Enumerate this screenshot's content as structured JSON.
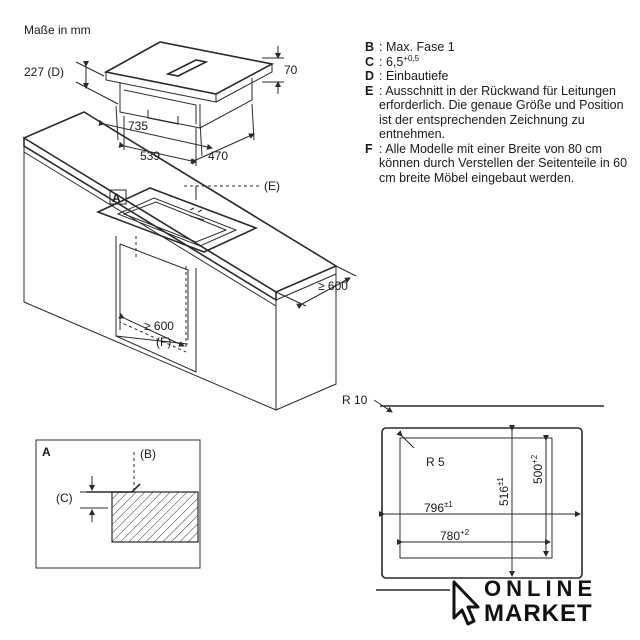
{
  "title": "Maße in mm",
  "top_view": {
    "d_label": "227 (D)",
    "dim_70": "70",
    "dim_735": "735",
    "dim_539": "539",
    "dim_470": "470"
  },
  "cabinet": {
    "callout_a": "A",
    "callout_e": "(E)",
    "dim_600_right": "≥ 600",
    "dim_600_inner": "≥ 600",
    "callout_f": "(F)"
  },
  "notes": [
    {
      "key": "B",
      "text": ": Max. Fase 1"
    },
    {
      "key": "C",
      "text": ": 6,5",
      "sup": "+0,5"
    },
    {
      "key": "D",
      "text": ": Einbautiefe"
    },
    {
      "key": "E",
      "text": ": Ausschnitt in der Rückwand für Leitungen erforderlich. Die genaue Größe und Position ist der entsprechenden Zeichnung zu entnehmen."
    },
    {
      "key": "F",
      "text": ": Alle Modelle mit einer Breite von 80 cm können durch Verstellen der Seitenteile in 60 cm breite Möbel eingebaut werden."
    }
  ],
  "detail_a": {
    "label_a": "A",
    "label_b": "(B)",
    "label_c": "(C)"
  },
  "cutout": {
    "r10": "R 10",
    "r5": "R 5",
    "w796": "796",
    "w796_tol": "±1",
    "w780": "780",
    "w780_tol": "+2",
    "h516": "516",
    "h516_tol": "±1",
    "h500": "500",
    "h500_tol": "+2"
  },
  "logo": {
    "line1": "ONLINE",
    "line2": "MARKET"
  }
}
